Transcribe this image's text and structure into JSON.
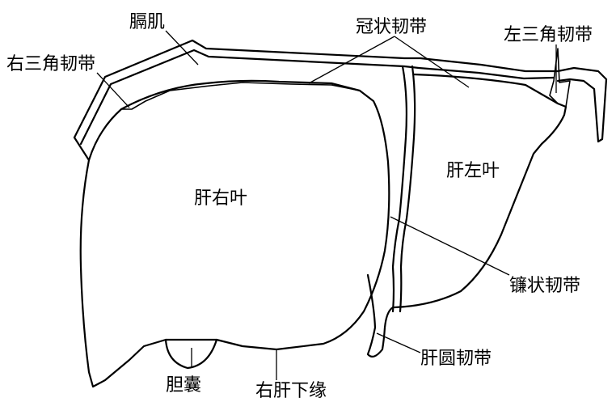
{
  "labels": {
    "diaphragm": "膈肌",
    "coronary_ligament": "冠状韧带",
    "right_triangular_ligament": "右三角韧带",
    "left_triangular_ligament": "左三角韧带",
    "right_lobe": "肝右叶",
    "left_lobe": "肝左叶",
    "falciform_ligament": "镰状韧带",
    "round_ligament": "肝圆韧带",
    "gallbladder": "胆囊",
    "right_inferior_margin": "右肝下缘"
  },
  "colors": {
    "stroke": "#000000",
    "background": "#ffffff"
  }
}
